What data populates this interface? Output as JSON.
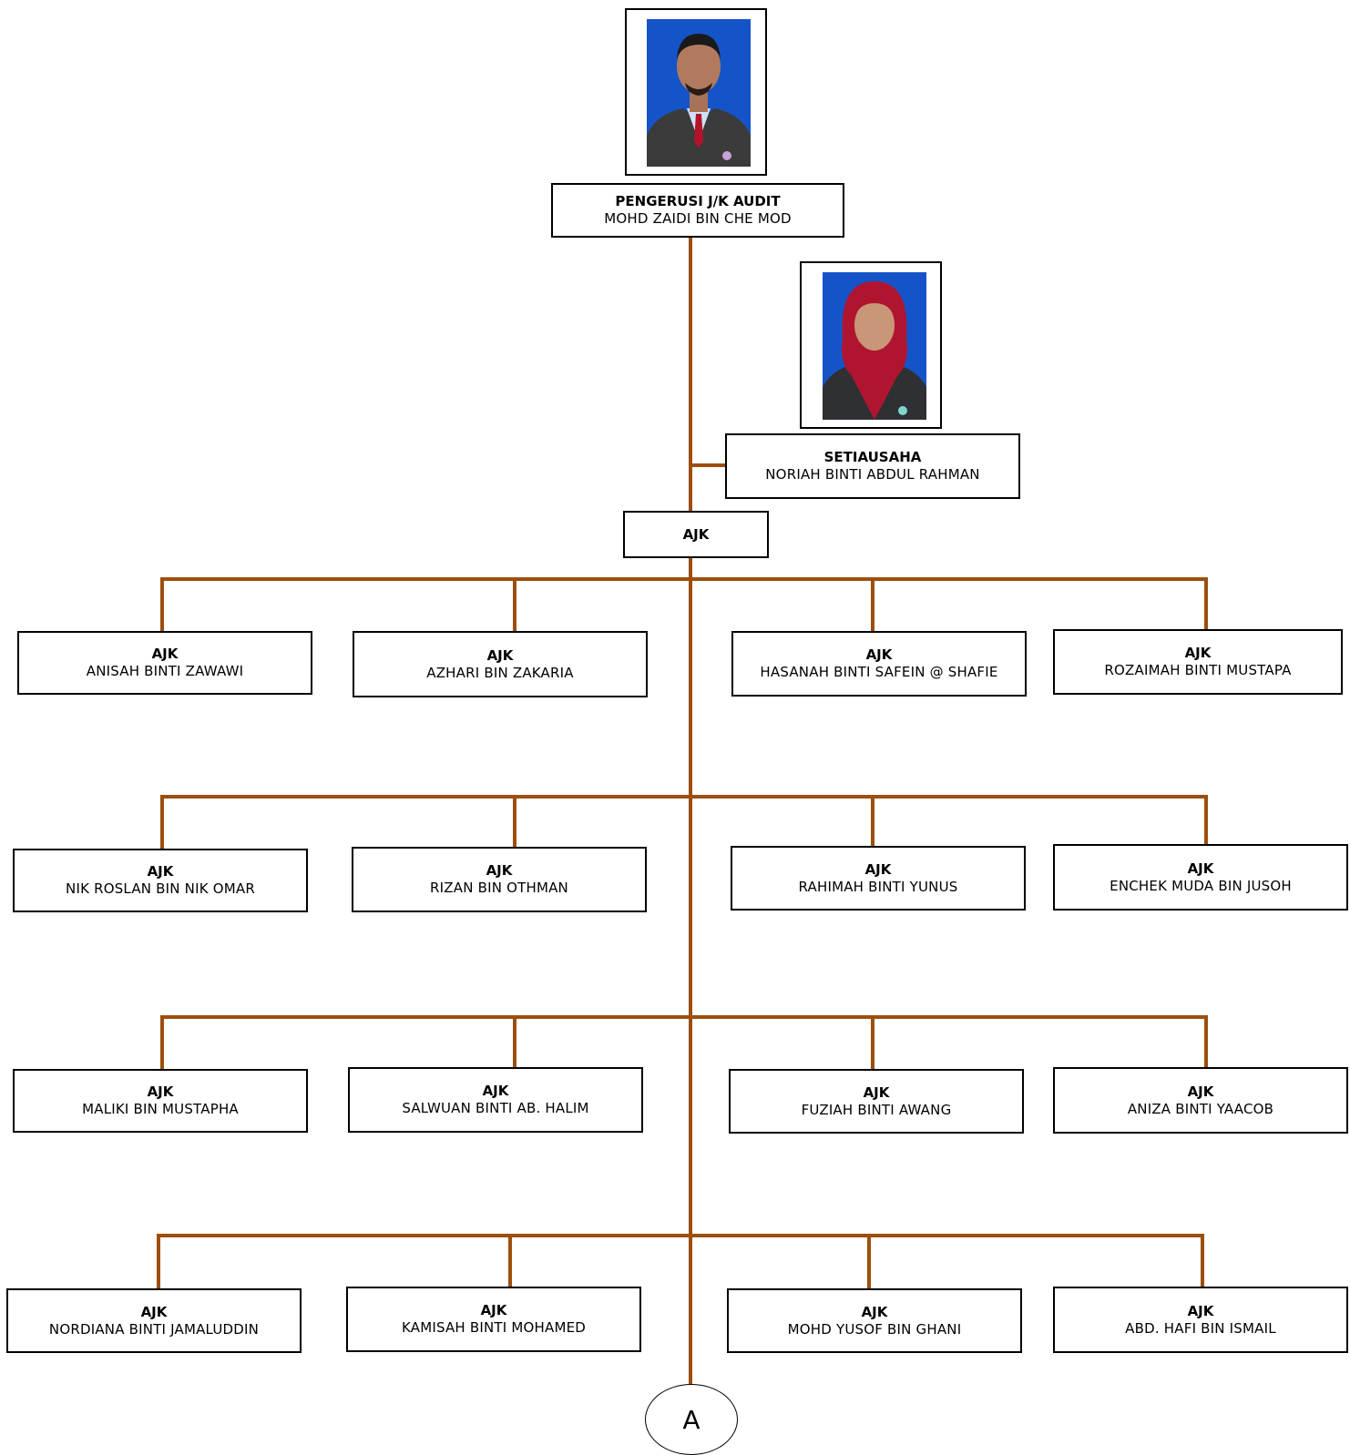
{
  "chairman": {
    "role": "PENGERUSI J/K AUDIT",
    "name": "MOHD ZAIDI BIN CHE MOD"
  },
  "secretary": {
    "role": "SETIAUSAHA",
    "name": "NORIAH BINTI ABDUL RAHMAN"
  },
  "committee_header": {
    "role": "AJK"
  },
  "members": [
    {
      "role": "AJK",
      "name": "ANISAH  BINTI  ZAWAWI"
    },
    {
      "role": "AJK",
      "name": "AZHARI BIN ZAKARIA"
    },
    {
      "role": "AJK",
      "name": "HASANAH BINTI SAFEIN @ SHAFIE"
    },
    {
      "role": "AJK",
      "name": "ROZAIMAH BINTI MUSTAPA"
    },
    {
      "role": "AJK",
      "name": "NIK ROSLAN BIN NIK OMAR"
    },
    {
      "role": "AJK",
      "name": "RIZAN BIN OTHMAN"
    },
    {
      "role": "AJK",
      "name": "RAHIMAH BINTI YUNUS"
    },
    {
      "role": "AJK",
      "name": "ENCHEK  MUDA BIN JUSOH"
    },
    {
      "role": "AJK",
      "name": "MALIKI BIN MUSTAPHA"
    },
    {
      "role": "AJK",
      "name": "SALWUAN BINTI AB. HALIM"
    },
    {
      "role": "AJK",
      "name": "FUZIAH BINTI AWANG"
    },
    {
      "role": "AJK",
      "name": "ANIZA BINTI YAACOB"
    },
    {
      "role": "AJK",
      "name": "NORDIANA BINTI JAMALUDDIN"
    },
    {
      "role": "AJK",
      "name": "KAMISAH BINTI MOHAMED"
    },
    {
      "role": "AJK",
      "name": "MOHD YUSOF BIN GHANI"
    },
    {
      "role": "AJK",
      "name": "ABD. HAFI BIN ISMAIL"
    }
  ],
  "continuation": {
    "label": "A"
  },
  "colors": {
    "connector_line": "#9c4f0d",
    "photo_background": "#1554c8"
  }
}
